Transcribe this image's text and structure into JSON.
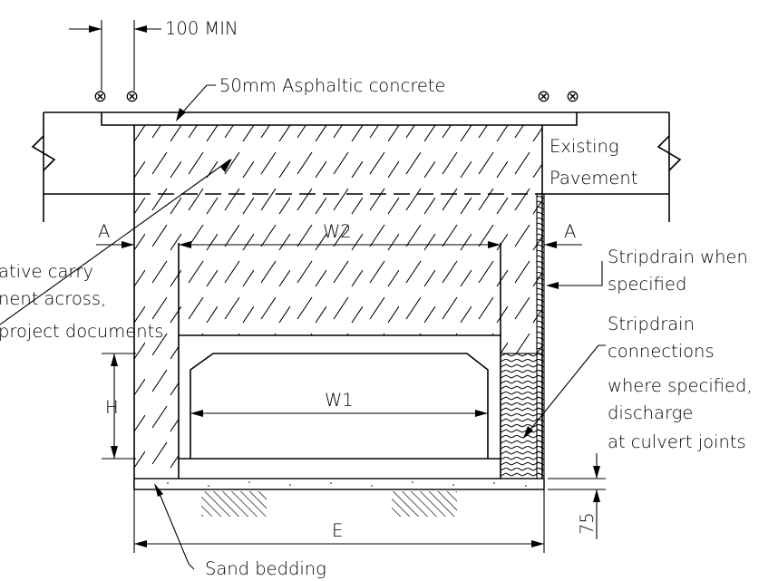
{
  "labels": {
    "min_clearance": "100 MIN",
    "asphalt": "50mm Asphaltic concrete",
    "existing_pavement_1": "Existing",
    "existing_pavement_2": "Pavement",
    "section_left": "A",
    "section_right": "A",
    "w2": "W2",
    "w1": "W1",
    "h": "H",
    "e": "E",
    "dim_75": "75",
    "sand_bedding": "Sand  bedding",
    "alt_note_1": "ative carry",
    "alt_note_2": "nent across,",
    "alt_note_3": "project documents",
    "stripdrain_1": "Stripdrain  when",
    "stripdrain_2": "specified",
    "conn_1": "Stripdrain",
    "conn_2": "connections",
    "conn_3": "where specified,",
    "conn_4": "discharge",
    "conn_5": "at culvert joints"
  },
  "symbols": {
    "pavement_marker": "⊗"
  }
}
